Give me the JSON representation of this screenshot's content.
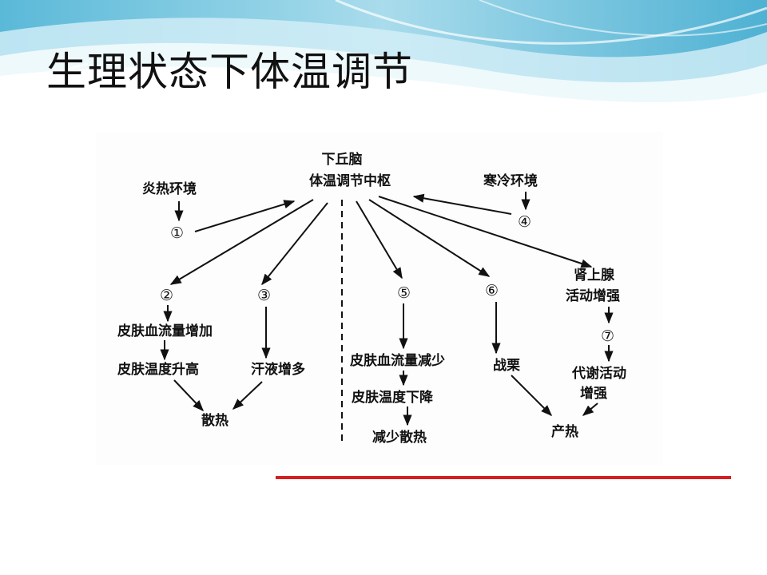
{
  "slide": {
    "title": "生理状态下体温调节",
    "accent_color": "#d42020"
  },
  "diagram": {
    "center_line1": "下丘脑",
    "center_line2": "体温调节中枢",
    "hot_env": "炎热环境",
    "cold_env": "寒冷环境",
    "steps": {
      "s1": "①",
      "s2": "②",
      "s3": "③",
      "s4": "④",
      "s5": "⑤",
      "s6": "⑥",
      "s7": "⑦"
    },
    "skin_flow_up": "皮肤血流量增加",
    "skin_temp_up": "皮肤温度升高",
    "sweat_more": "汗液增多",
    "heat_loss": "散热",
    "skin_flow_down": "皮肤血流量减少",
    "skin_temp_down": "皮肤温度下降",
    "less_heat_loss": "减少散热",
    "shiver": "战栗",
    "adrenal_line1": "肾上腺",
    "adrenal_line2": "活动增强",
    "metab_line1": "代谢活动",
    "metab_line2": "增强",
    "heat_gen": "产热"
  }
}
